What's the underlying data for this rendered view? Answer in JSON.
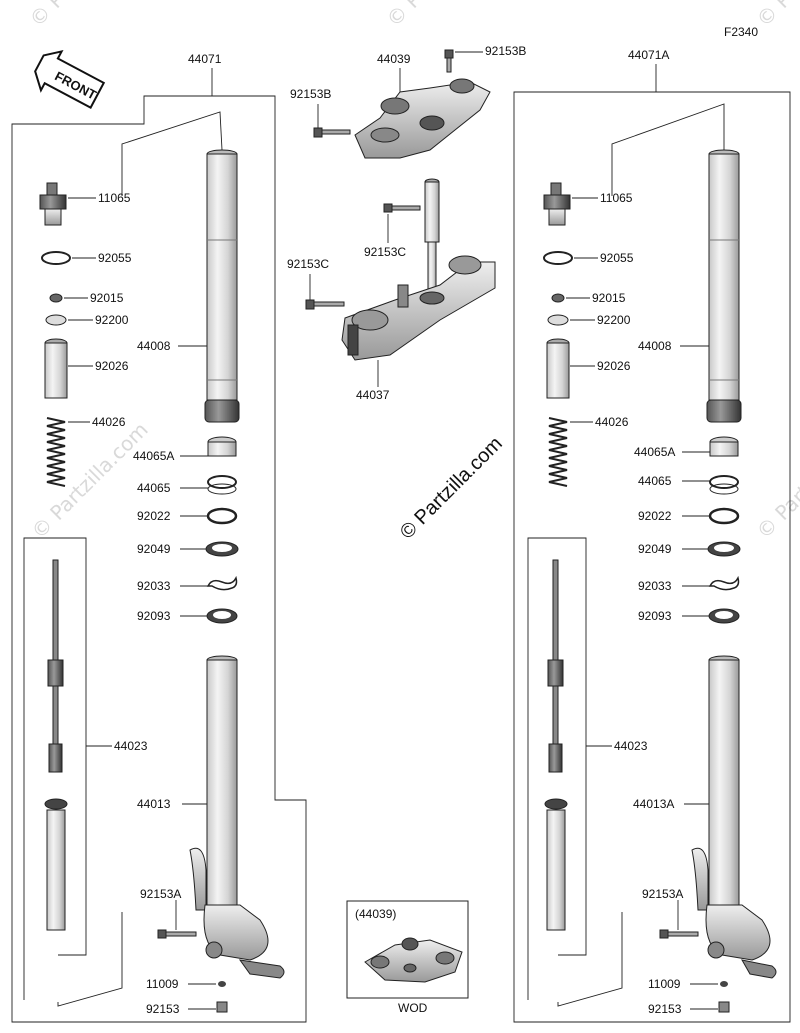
{
  "figure_code": "F2340",
  "front_label": "FRONT",
  "copyright": "© Partzilla.com",
  "watermark": "© Partzilla.com",
  "inset": {
    "ref": "(44039)",
    "caption": "WOD"
  },
  "left_fork": {
    "assembly": "44071",
    "labels": {
      "p11065": "11065",
      "p92055": "92055",
      "p92015": "92015",
      "p92200": "92200",
      "p92026": "92026",
      "p44026": "44026",
      "p44008": "44008",
      "p44065A": "44065A",
      "p44065": "44065",
      "p92022": "92022",
      "p92049": "92049",
      "p92033": "92033",
      "p92093": "92093",
      "p44023": "44023",
      "p44013": "44013",
      "p92153A": "92153A",
      "p11009": "11009",
      "p92153": "92153"
    }
  },
  "right_fork": {
    "assembly": "44071A",
    "labels": {
      "p11065": "11065",
      "p92055": "92055",
      "p92015": "92015",
      "p92200": "92200",
      "p92026": "92026",
      "p44026": "44026",
      "p44008": "44008",
      "p44065A": "44065A",
      "p44065": "44065",
      "p92022": "92022",
      "p92049": "92049",
      "p92033": "92033",
      "p92093": "92093",
      "p44023": "44023",
      "p44013": "44013A",
      "p92153A": "92153A",
      "p11009": "11009",
      "p92153": "92153"
    }
  },
  "center": {
    "p44039": "44039",
    "p92153B_top": "92153B",
    "p92153B_left": "92153B",
    "p92153C_right": "92153C",
    "p92153C_left": "92153C",
    "p44037": "44037"
  }
}
